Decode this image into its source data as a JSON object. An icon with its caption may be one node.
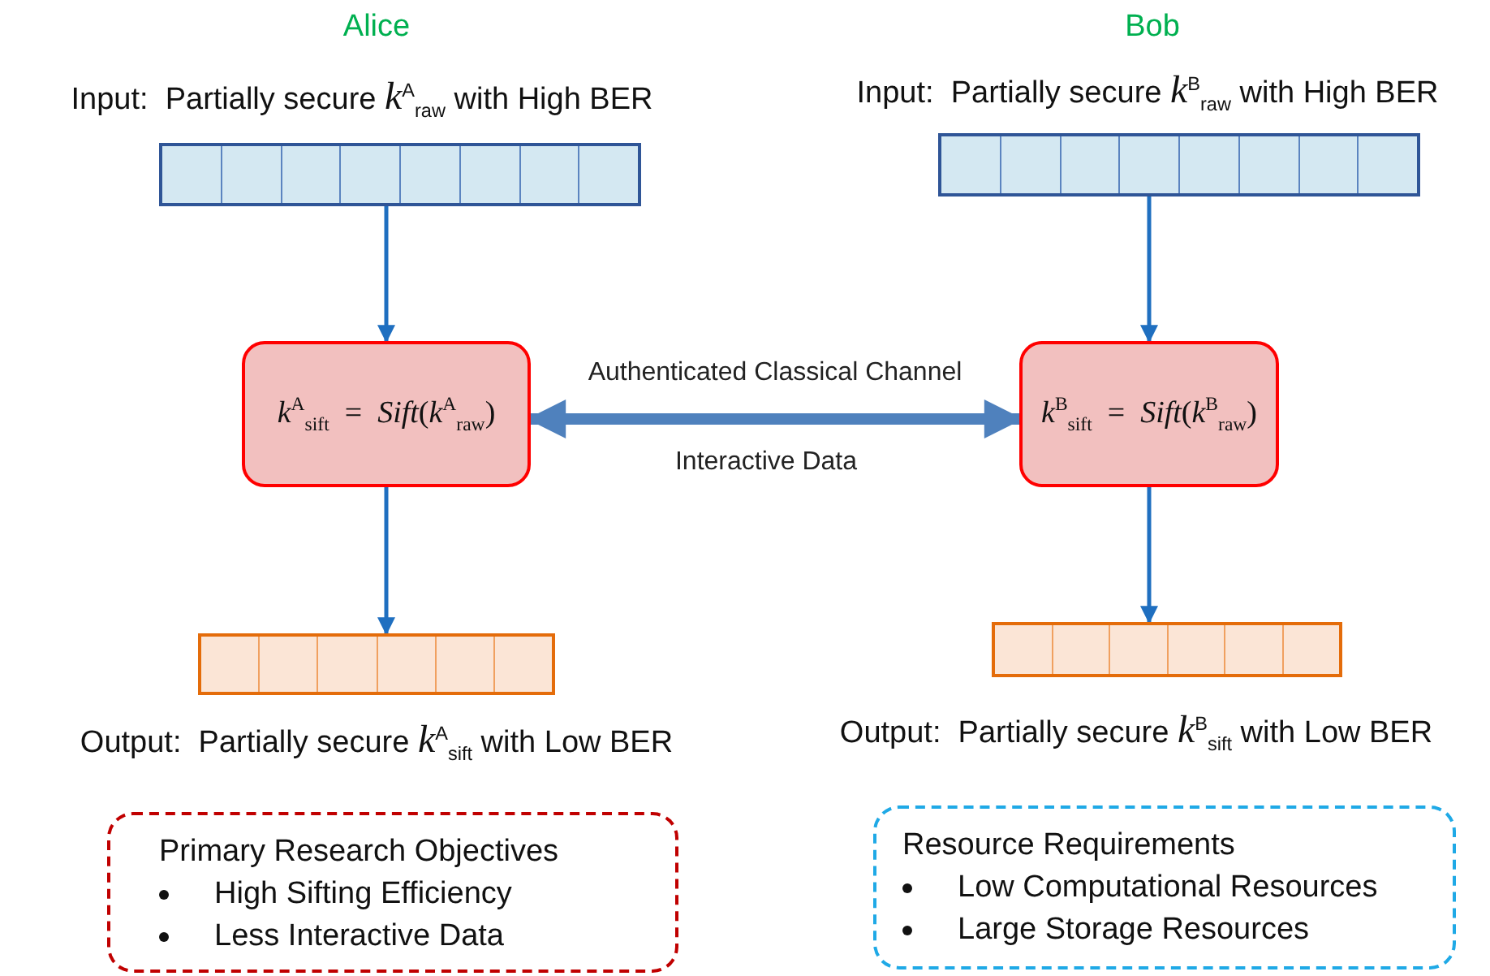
{
  "diagram": {
    "nodes": [
      {
        "text": [],
        "shape": "bar",
        "beside": [
          "Input:  Partially secure *k*$^{A}$$_{raw}$ with High BER"
        ]
      },
      {
        "text": [
          "*k*$^{A}$$_{sift}$  =  *Sift*(*k*$^{A}$$_{raw}$)"
        ]
      },
      {
        "text": [],
        "shape": "bar",
        "beside": [
          "Output:  Partially secure *k*$^{A}$$_{sift}$ with Low BER"
        ]
      },
      {
        "text": [],
        "shape": "bar",
        "beside": [
          "Input:  Partially secure *k*$^{B}$$_{raw}$ with High BER"
        ]
      },
      {
        "text": [
          "*k*$^{B}$$_{sift}$  =  *Sift*(*k*$^{B}$$_{raw}$)"
        ]
      },
      {
        "text": [],
        "shape": "bar",
        "beside": [
          "Output:  Partially secure *k*$^{B}$$_{sift}$ with Low BER"
        ]
      },
      {
        "text": [
          "Primary Research Objectives",
          "High Sifting Efficiency",
          "Less Interactive Data"
        ]
      },
      {
        "text": [
          "Resource Requirements",
          "Low Computational Resources",
          "Large Storage Resources"
        ]
      }
    ],
    "edges": [
      {
        "from": 0,
        "to": 1,
        "arrow": "to"
      },
      {
        "from": 1,
        "to": 2,
        "arrow": "to"
      },
      {
        "from": 3,
        "to": 4,
        "arrow": "to"
      },
      {
        "from": 4,
        "to": 5,
        "arrow": "to"
      },
      {
        "from": 1,
        "to": 4,
        "arrow": "both",
        "label": "Authenticated Classical Channel",
        "style": "thick",
        "color": "#4f81bd"
      }
    ],
    "labels": [
      "Alice",
      "Bob",
      "Interactive Data"
    ]
  }
}
